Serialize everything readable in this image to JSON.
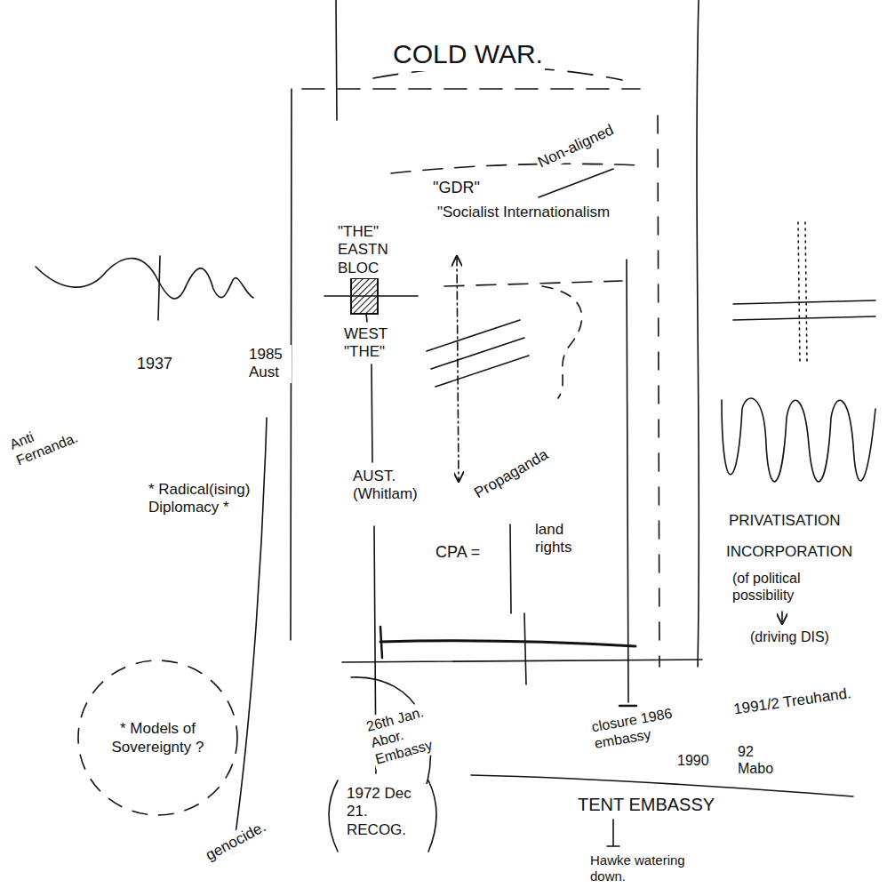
{
  "diagram": {
    "title": "COLD WAR.",
    "nodes": [
      {
        "text": [
          "* Models of Sovereignty ?"
        ]
      }
    ],
    "labels": [
      "Non-aligned",
      "\"THE\" EASTN BLOC",
      "\"GDR\"",
      "\"Socialist Internationalism",
      "WEST \"THE\"",
      "1937",
      "1985 Aust",
      "Anti Fernanda.",
      "* Radical(ising) Diplomacy *",
      "genocide.",
      "AUST. (Whitlam)",
      "Propaganda",
      "CPA =",
      "land rights",
      "26th Jan. Abor. Embassy",
      "1972 Dec 21. RECOG.",
      "closure 1986 embassy",
      "1990",
      "92 Mabo",
      "TENT EMBASSY",
      "Hawke watering down.",
      "PRIVATISATION",
      "INCORPORATION",
      "(of political possibility",
      "(driving DIS)",
      "1991/2 Treuhand."
    ]
  }
}
